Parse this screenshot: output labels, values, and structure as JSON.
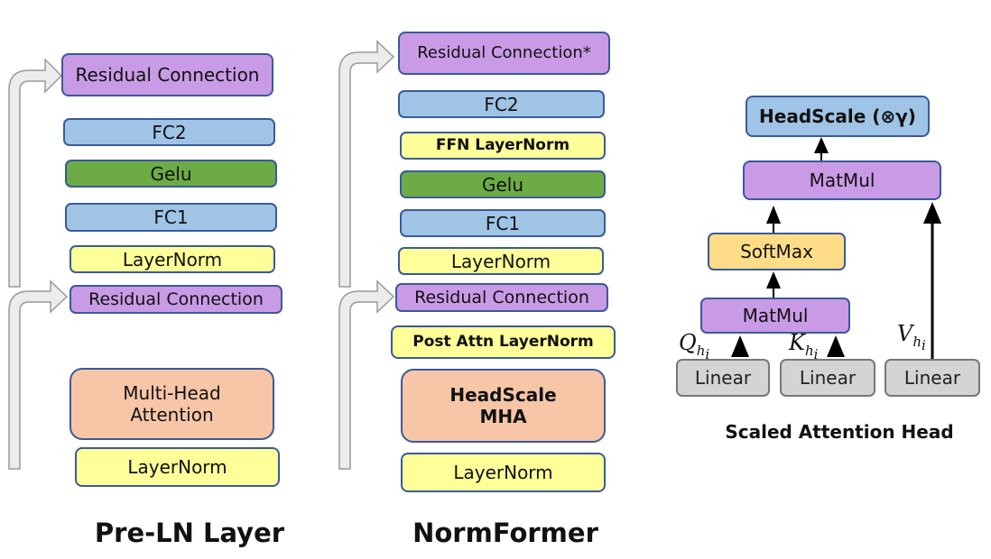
{
  "prelnLayer": {
    "residualTop": "Residual Connection",
    "fc2": "FC2",
    "gelu": "Gelu",
    "fc1": "FC1",
    "layerNormMid": "LayerNorm",
    "residualMid": "Residual Connection",
    "mha": "Multi-Head Attention",
    "layerNormBottom": "LayerNorm",
    "caption": "Pre-LN Layer"
  },
  "normFormer": {
    "residualTop": "Residual Connection*",
    "fc2": "FC2",
    "ffnLayerNorm": "FFN LayerNorm",
    "gelu": "Gelu",
    "fc1": "FC1",
    "layerNormMid": "LayerNorm",
    "residualMid": "Residual Connection",
    "postAttnLayerNorm": "Post Attn LayerNorm",
    "headScaleMha": "HeadScale MHA",
    "layerNormBottom": "LayerNorm",
    "caption": "NormFormer"
  },
  "scaledAttentionHead": {
    "headScale": "HeadScale (⊗γ)",
    "matmulTop": "MatMul",
    "softmax": "SoftMax",
    "matmulBottom": "MatMul",
    "linearQ": "Linear",
    "linearK": "Linear",
    "linearV": "Linear",
    "qLabel": "Q",
    "kLabel": "K",
    "vLabel": "V",
    "subscript": "h",
    "subscriptIndex": "i",
    "caption": "Scaled Attention Head"
  },
  "colors": {
    "purple": "#c99be6",
    "blue": "#9fc4e6",
    "green": "#6cab45",
    "yellow": "#ffff99",
    "orange": "#f6c6a7",
    "gold": "#ffdd88",
    "gray": "#d4d4d4",
    "border": "#3a5a9a"
  }
}
